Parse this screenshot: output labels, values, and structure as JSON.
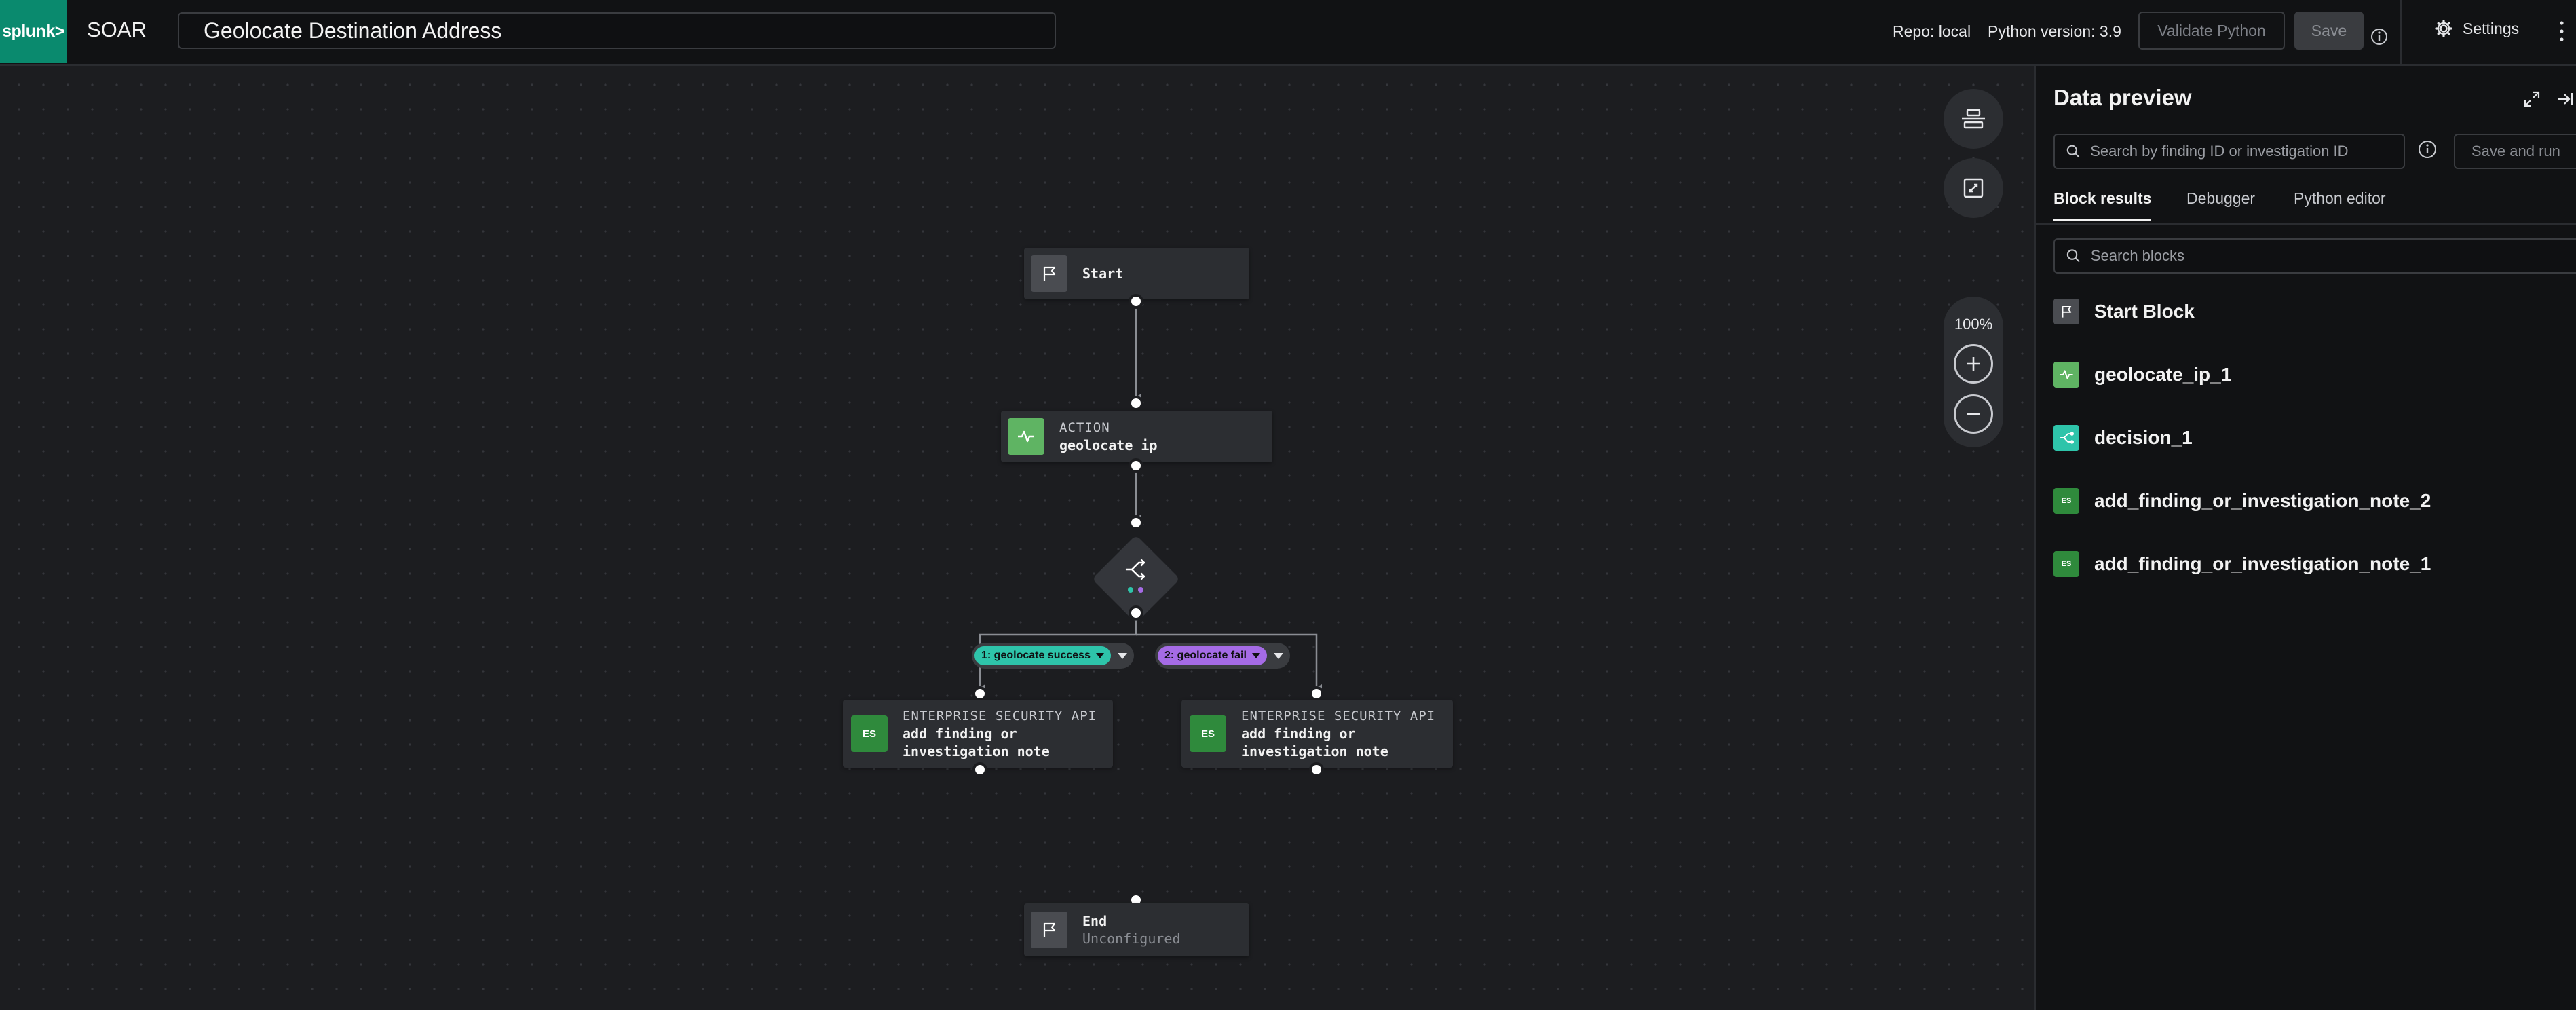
{
  "header": {
    "logo_text": "splunk>",
    "app_name": "SOAR",
    "playbook_title": "Geolocate Destination Address",
    "repo": "Repo: local",
    "python_version": "Python version: 3.9",
    "validate_label": "Validate Python",
    "save_label": "Save",
    "settings_label": "Settings"
  },
  "canvas": {
    "zoom_level": "100%",
    "nodes": {
      "start": {
        "label": "Start"
      },
      "action": {
        "type": "ACTION",
        "label": "geolocate ip"
      },
      "note_left": {
        "type": "ENTERPRISE SECURITY API",
        "line1": "add finding or",
        "line2": "investigation note",
        "icon_text": "ES"
      },
      "note_right": {
        "type": "ENTERPRISE SECURITY API",
        "line1": "add finding or",
        "line2": "investigation note",
        "icon_text": "ES"
      },
      "end": {
        "label": "End",
        "sub": "Unconfigured"
      }
    },
    "branches": {
      "success": "1: geolocate success",
      "fail": "2: geolocate fail"
    }
  },
  "panel": {
    "title": "Data preview",
    "search_placeholder": "Search by finding ID or investigation ID",
    "save_run_label": "Save and run",
    "tabs": [
      "Block results",
      "Debugger",
      "Python editor"
    ],
    "blocks_search_placeholder": "Search blocks",
    "blocks": [
      {
        "label": "Start Block",
        "icon": "flag-icon"
      },
      {
        "label": "geolocate_ip_1",
        "icon": "activity-icon"
      },
      {
        "label": "decision_1",
        "icon": "branch-icon"
      },
      {
        "label": "add_finding_or_investigation_note_2",
        "icon": "es-icon",
        "icon_text": "ES"
      },
      {
        "label": "add_finding_or_investigation_note_1",
        "icon": "es-icon",
        "icon_text": "ES"
      }
    ]
  },
  "colors": {
    "brand": "#0a8a6e",
    "action_green": "#5fb463",
    "es_green": "#2f8a3c",
    "decision_teal": "#2ec4aa",
    "fail_purple": "#a56be6"
  }
}
